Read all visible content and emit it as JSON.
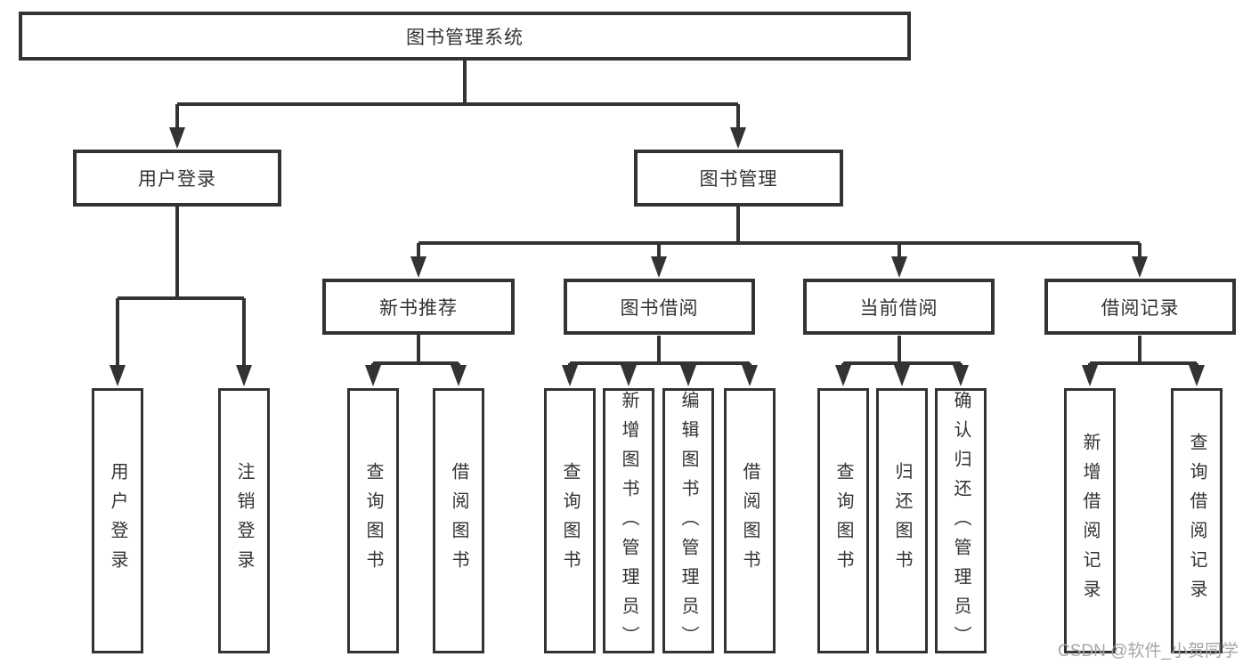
{
  "diagram": {
    "root": {
      "label": "图书管理系统"
    },
    "level2": [
      {
        "label": "用户登录",
        "children": [
          {
            "label": "用户登录"
          },
          {
            "label": "注销登录"
          }
        ]
      },
      {
        "label": "图书管理",
        "children": [
          {
            "label": "新书推荐",
            "children": [
              {
                "label": "查询图书"
              },
              {
                "label": "借阅图书"
              }
            ]
          },
          {
            "label": "图书借阅",
            "children": [
              {
                "label": "查询图书"
              },
              {
                "label": "新增图书（管理员）"
              },
              {
                "label": "编辑图书（管理员）"
              },
              {
                "label": "借阅图书"
              }
            ]
          },
          {
            "label": "当前借阅",
            "children": [
              {
                "label": "查询图书"
              },
              {
                "label": "归还图书"
              },
              {
                "label": "确认归还（管理员）"
              }
            ]
          },
          {
            "label": "借阅记录",
            "children": [
              {
                "label": "新增借阅记录"
              },
              {
                "label": "查询借阅记录"
              }
            ]
          }
        ]
      }
    ]
  },
  "watermark": {
    "text": "CSDN @软件_小贺同学"
  },
  "colors": {
    "line": "#333333",
    "text": "#333333",
    "box_background": "#ffffff",
    "page_background": "#ffffff",
    "watermark": "#a6a6a6"
  }
}
